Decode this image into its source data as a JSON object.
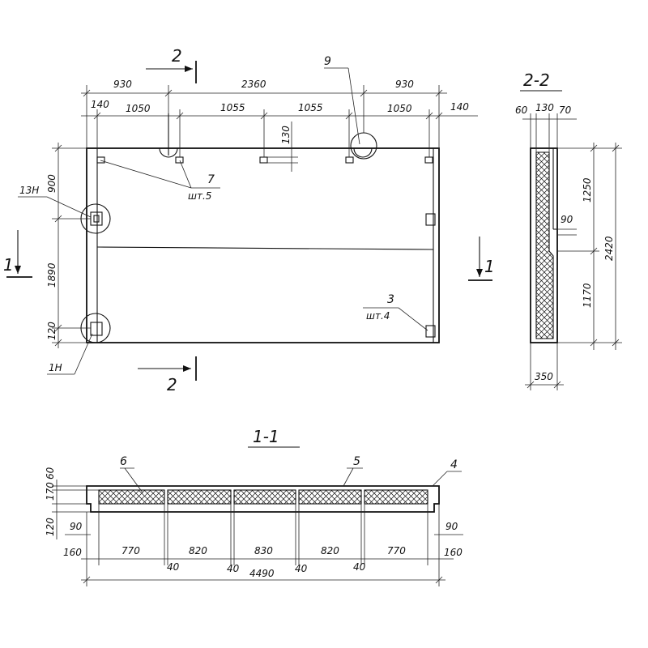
{
  "plan": {
    "top_dims": [
      "930",
      "2360",
      "930"
    ],
    "sub_dims": [
      "140",
      "1050",
      "1055",
      "1055",
      "1050",
      "140"
    ],
    "dim_130": "130",
    "left_dims": [
      "900",
      "1890",
      "120"
    ],
    "callouts": {
      "item_7": "7",
      "item_7_qty": "шт.5",
      "item_9": "9",
      "item_13h": "13Н",
      "item_1h": "1Н",
      "item_3": "3",
      "item_3_qty": "шт.4"
    },
    "cut_marker_2": "2",
    "cut_marker_1": "1"
  },
  "section_2_2": {
    "title": "2-2",
    "top_dims": [
      "60",
      "130",
      "70"
    ],
    "right_dims": [
      "1250",
      "1170"
    ],
    "overall": "2420",
    "dim_90": "90",
    "bottom": "350"
  },
  "section_1_1": {
    "title": "1-1",
    "callouts": [
      "6",
      "5",
      "4"
    ],
    "left_dims": [
      "60",
      "170",
      "120"
    ],
    "dim_90_left": "90",
    "dim_90_right": "90",
    "dim_160_left": "160",
    "dim_160_right": "160",
    "panel_dims": [
      "770",
      "820",
      "830",
      "820",
      "770"
    ],
    "gap_dims": [
      "40",
      "40",
      "40",
      "40"
    ],
    "overall": "4490"
  }
}
